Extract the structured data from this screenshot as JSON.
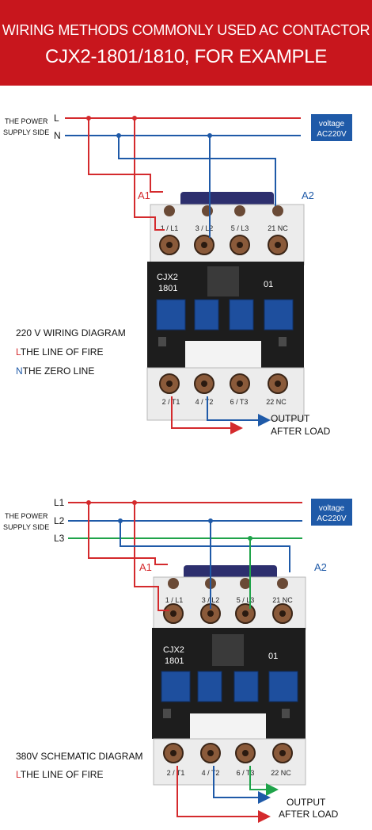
{
  "header": {
    "line1": "WIRING METHODS COMMONLY USED AC CONTACTOR",
    "line2": "CJX2-1801/1810, FOR EXAMPLE"
  },
  "colors": {
    "banner": "#c8161d",
    "live": "#d42a2d",
    "neutral": "#1f5aa8",
    "phase3": "#1fa34a"
  },
  "diagram1": {
    "power_label_1": "THE POWER",
    "power_label_2": "SUPPLY SIDE",
    "line_l": "L",
    "line_n": "N",
    "voltage_1": "voltage",
    "voltage_2": "AC220V",
    "coil_a1": "A1",
    "coil_a2": "A2",
    "top_terminals": [
      "1 / L1",
      "3 / L2",
      "5 / L3",
      "21 NC"
    ],
    "bottom_terminals": [
      "2 / T1",
      "4 / T2",
      "6 / T3",
      "22 NC"
    ],
    "model": "CJX2",
    "model_number": "1801",
    "aux": "01",
    "output_1": "OUTPUT",
    "output_2": "AFTER LOAD",
    "caption": "220 V WIRING DIAGRAM",
    "legend_l_letter": "L",
    "legend_l_text": "THE LINE OF FIRE",
    "legend_n_letter": "N",
    "legend_n_text": "THE ZERO LINE"
  },
  "diagram2": {
    "power_label_1": "THE POWER",
    "power_label_2": "SUPPLY SIDE",
    "line_l1": "L1",
    "line_l2": "L2",
    "line_l3": "L3",
    "voltage_1": "voltage",
    "voltage_2": "AC220V",
    "coil_a1": "A1",
    "coil_a2": "A2",
    "top_terminals": [
      "1 / L1",
      "3 / L2",
      "5 / L3",
      "21 NC"
    ],
    "bottom_terminals": [
      "2 / T1",
      "4 / T2",
      "6 / T3",
      "22 NC"
    ],
    "model": "CJX2",
    "model_number": "1801",
    "aux": "01",
    "output_1": "OUTPUT",
    "output_2": "AFTER LOAD",
    "caption": "380V SCHEMATIC DIAGRAM",
    "legend_l_letter": "L",
    "legend_l_text": "THE LINE OF FIRE"
  }
}
